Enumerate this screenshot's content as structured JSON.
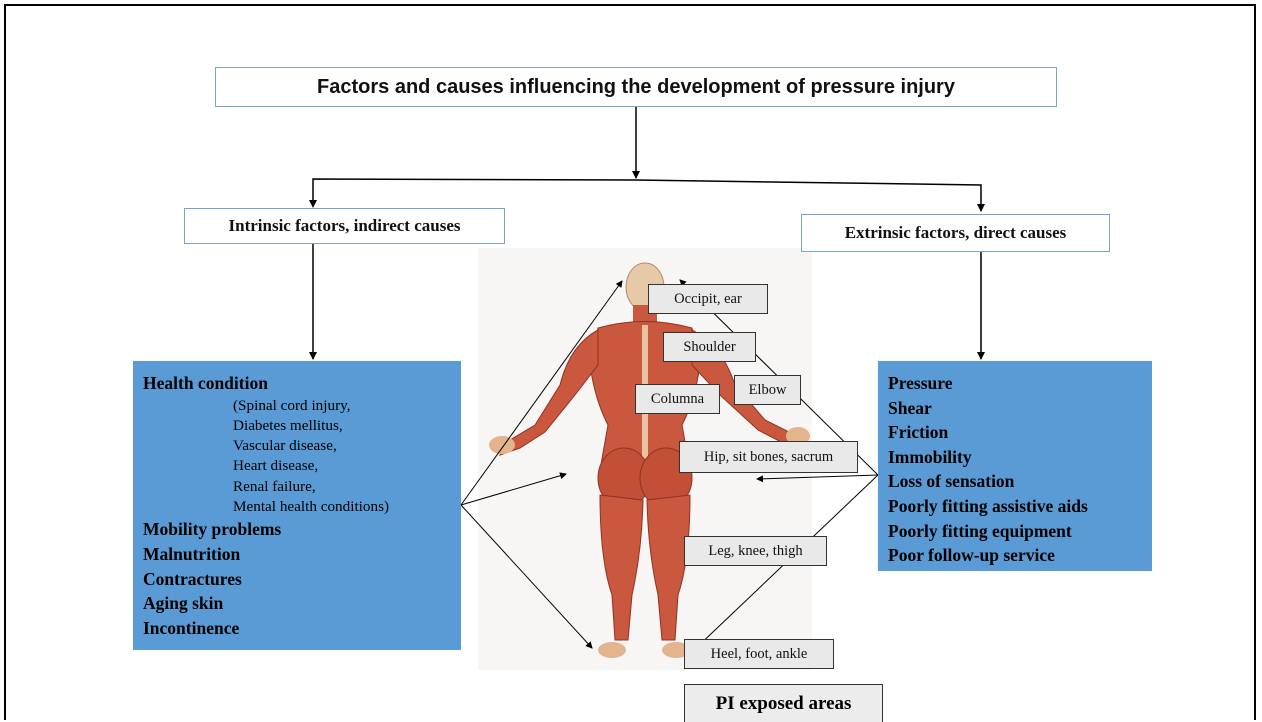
{
  "title": "Factors and causes influencing the development of pressure injury",
  "intrinsic": {
    "heading": "Intrinsic factors, indirect causes",
    "primary": "Health condition",
    "conditions": [
      "(Spinal cord injury,",
      "Diabetes mellitus,",
      "Vascular disease,",
      "Heart disease,",
      "Renal failure,",
      "Mental health conditions)"
    ],
    "items": [
      "Mobility problems",
      "Malnutrition",
      "Contractures",
      "Aging skin",
      "Incontinence"
    ]
  },
  "extrinsic": {
    "heading": "Extrinsic factors, direct causes",
    "items": [
      "Pressure",
      "Shear",
      "Friction",
      "Immobility",
      "Loss of sensation",
      "Poorly fitting assistive aids",
      "Poorly fitting equipment",
      "Poor follow-up service"
    ]
  },
  "body_labels": {
    "occipit": "Occipit, ear",
    "shoulder": "Shoulder",
    "columna": "Columna",
    "elbow": "Elbow",
    "hip": "Hip, sit bones, sacrum",
    "leg": "Leg, knee, thigh",
    "heel": "Heel, foot, ankle"
  },
  "footer": "PI exposed areas",
  "colors": {
    "panel": "#5b9bd5",
    "box_border": "#7aa3cc",
    "muscle": "#c9583f",
    "skin": "#e3b48e"
  }
}
